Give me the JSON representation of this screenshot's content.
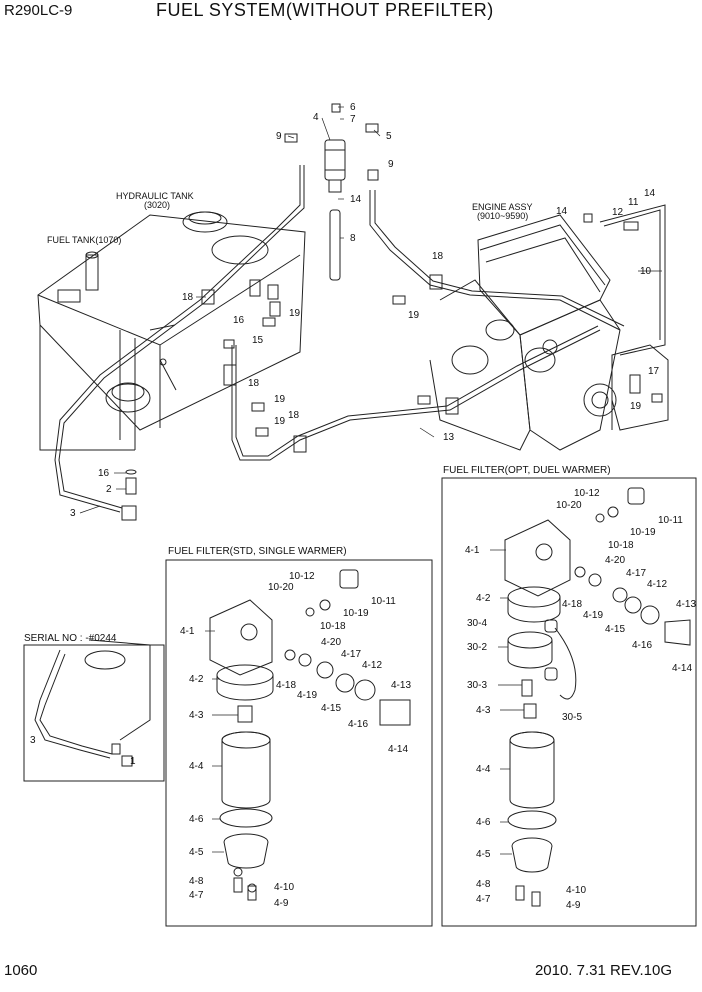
{
  "header": {
    "model": "R290LC-9",
    "title": "FUEL SYSTEM(WITHOUT PREFILTER)"
  },
  "footer": {
    "page_number": "1060",
    "revision": "2010. 7.31  REV.10G"
  },
  "main_view": {
    "hydraulic_tank_label": "HYDRAULIC TANK",
    "hydraulic_tank_ref": "(3020)",
    "fuel_tank_label": "FUEL TANK(1070)",
    "engine_label": "ENGINE ASSY",
    "engine_ref": "(9010~9590)",
    "callouts": [
      "6",
      "7",
      "4",
      "5",
      "9",
      "9",
      "14",
      "8",
      "14",
      "12",
      "11",
      "14",
      "10",
      "18",
      "16",
      "19",
      "15",
      "18",
      "19",
      "19",
      "18",
      "18",
      "19",
      "13",
      "17",
      "19",
      "16",
      "2",
      "3"
    ]
  },
  "serial_panel": {
    "label": "SERIAL NO : -#0244",
    "callouts": [
      "3",
      "1"
    ]
  },
  "std_panel": {
    "title": "FUEL FILTER(STD, SINGLE WARMER)",
    "callouts": [
      "10-12",
      "10-20",
      "10-11",
      "10-19",
      "10-18",
      "4-1",
      "4-20",
      "4-17",
      "4-12",
      "4-2",
      "4-18",
      "4-19",
      "4-15",
      "4-13",
      "4-16",
      "4-14",
      "4-3",
      "4-4",
      "4-6",
      "4-5",
      "4-8",
      "4-7",
      "4-10",
      "4-9"
    ]
  },
  "opt_panel": {
    "title": "FUEL FILTER(OPT, DUEL WARMER)",
    "callouts": [
      "10-12",
      "10-20",
      "10-11",
      "10-19",
      "10-18",
      "4-1",
      "4-20",
      "4-17",
      "4-12",
      "4-2",
      "4-18",
      "4-19",
      "4-15",
      "4-13",
      "4-16",
      "4-14",
      "30-4",
      "30-2",
      "30-3",
      "30-5",
      "4-3",
      "4-4",
      "4-6",
      "4-5",
      "4-8",
      "4-7",
      "4-10",
      "4-9"
    ]
  }
}
